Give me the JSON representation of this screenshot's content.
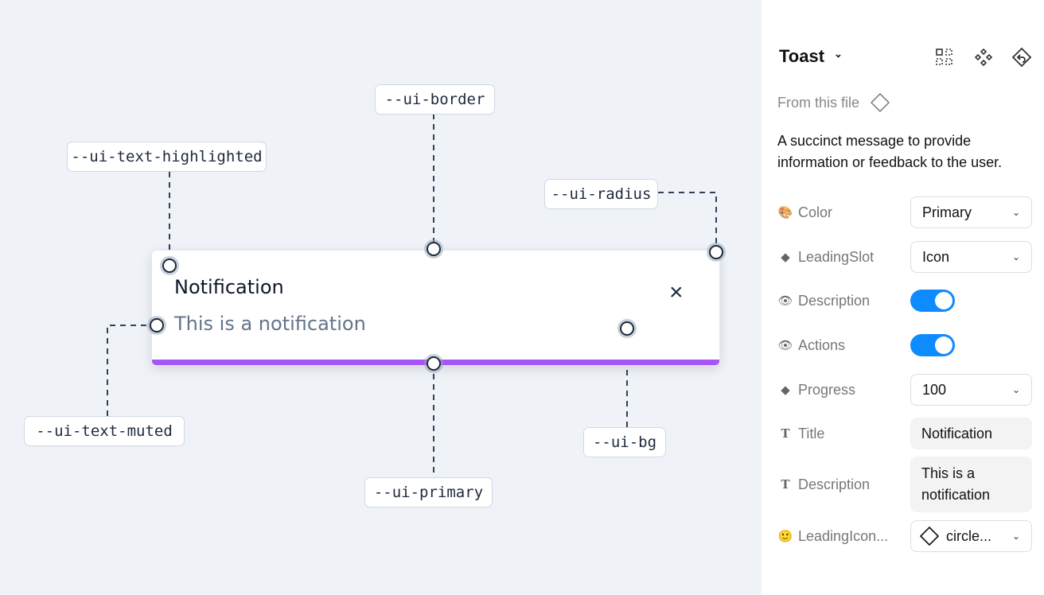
{
  "canvas": {
    "tokens": {
      "text_highlighted": "--ui-text-highlighted",
      "border": "--ui-border",
      "radius": "--ui-radius",
      "text_muted": "--ui-text-muted",
      "primary": "--ui-primary",
      "bg": "--ui-bg"
    },
    "toast": {
      "title": "Notification",
      "description": "This is a notification",
      "close_icon": "×",
      "progress_color": "#a855f7",
      "progress": 100
    }
  },
  "panel": {
    "title": "Toast",
    "title_chevron": "⌄",
    "icons": [
      "grid-icon",
      "component-icon",
      "go-to-main-icon"
    ],
    "source": "From this file",
    "description": "A succinct message to provide information or feedback to the user.",
    "props": [
      {
        "icon": "🎨",
        "label": "Color",
        "type": "select",
        "value": "Primary"
      },
      {
        "icon": "◆",
        "label": "LeadingSlot",
        "type": "select",
        "value": "Icon"
      },
      {
        "icon": "👁",
        "label": "Description",
        "type": "toggle",
        "value": true
      },
      {
        "icon": "👁",
        "label": "Actions",
        "type": "toggle",
        "value": true
      },
      {
        "icon": "◆",
        "label": "Progress",
        "type": "select",
        "value": "100"
      },
      {
        "icon": "T",
        "label": "Title",
        "type": "text",
        "value": "Notification"
      },
      {
        "icon": "T",
        "label": "Description",
        "type": "text",
        "value": "This is a notification"
      },
      {
        "icon": "🙂",
        "label": "LeadingIcon...",
        "type": "select",
        "value": "circle..."
      }
    ],
    "toggle_color": "#0d8bff"
  }
}
